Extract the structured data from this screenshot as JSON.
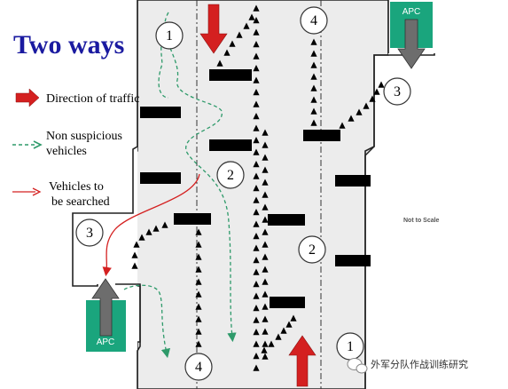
{
  "title": "Two ways",
  "legend": {
    "traffic": "Direction of traffic",
    "suspicious_line1": "Non suspicious",
    "suspicious_line2": "vehicles",
    "searched_line1": "Vehicles to",
    "searched_line2": "be searched"
  },
  "apc_label": "APC",
  "markers": [
    "1",
    "2",
    "3",
    "4"
  ],
  "scale_note": "Not to Scale",
  "watermark": "外军分队作战训练研究",
  "colors": {
    "title": "#1a1aa0",
    "traffic_arrow": "#d42020",
    "apc": "#1aa57d",
    "suspicious_path": "#2e9a6a",
    "searched_path": "#d42020",
    "road_background": "#eeeeee"
  },
  "icons": [
    "red-traffic-arrow",
    "gray-apc-arrow",
    "vehicle-triangle",
    "barrier-block",
    "wechat-logo-icon"
  ]
}
